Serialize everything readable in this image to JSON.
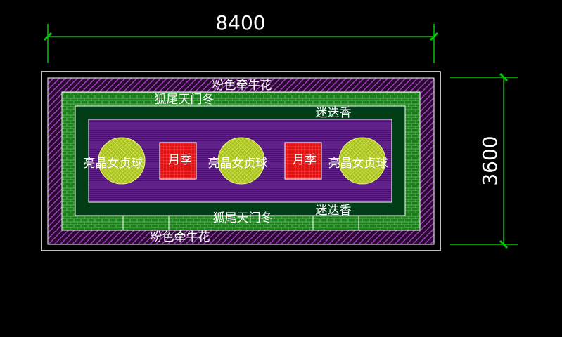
{
  "dimensions": {
    "width_label": "8400",
    "height_label": "3600"
  },
  "plants": {
    "outer_band": "粉色牵牛花",
    "outer_band_bottom": "粉色牵牛花",
    "middle_band_top": "狐尾天门冬",
    "middle_band_bottom": "狐尾天门冬",
    "inner_band_top": "迷迭香",
    "inner_band_bottom": "迷迭香",
    "center_bed": [
      "亮晶女贞球",
      "月季",
      "亮晶女贞球",
      "月季",
      "亮晶女贞球"
    ]
  },
  "colors": {
    "background": "#000000",
    "dimension_line": "#00c800",
    "outline": "#ffffff",
    "morning_glory_band": "#a040c0",
    "asparagus_band": "#1a8a1a",
    "rosemary_band": "#004a1a",
    "center_bed": "#5a1a8a",
    "privet_ball": "#c8e032",
    "rose": "#e01010"
  }
}
